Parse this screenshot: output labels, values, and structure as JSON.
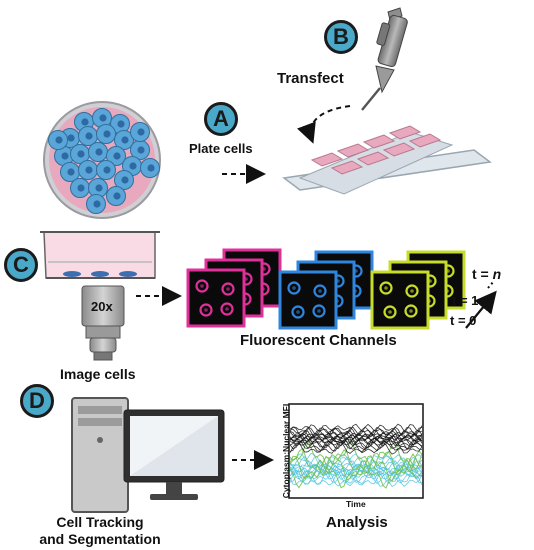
{
  "step_badges": {
    "a": "A",
    "b": "B",
    "c": "C",
    "d": "D"
  },
  "labels": {
    "transfect": "Transfect",
    "plate_cells": "Plate cells",
    "objective": "20x",
    "image_cells": "Image cells",
    "fluorescent_channels": "Fluorescent Channels",
    "cell_tracking_line1": "Cell Tracking",
    "cell_tracking_line2": "and Segmentation",
    "analysis": "Analysis"
  },
  "timepoints": {
    "t_n_prefix": "t = ",
    "t_n_var": "n",
    "t_1": "t = 1",
    "t_0": "t = 0"
  },
  "chart_data": {
    "type": "line",
    "xlabel": "Time",
    "ylabel": "Cytoplasm:Nuclear MFI",
    "series_colors": [
      "#111111",
      "#6cc04a",
      "#4fc3e0"
    ]
  },
  "colors": {
    "badge": "#4aa8c8",
    "dish_pink": "#e8a8bd",
    "cell_blue": "#5ba6d8",
    "magenta_channel": "#e0309a",
    "blue_channel": "#2e86de",
    "yellow_channel": "#c8dc2a"
  }
}
